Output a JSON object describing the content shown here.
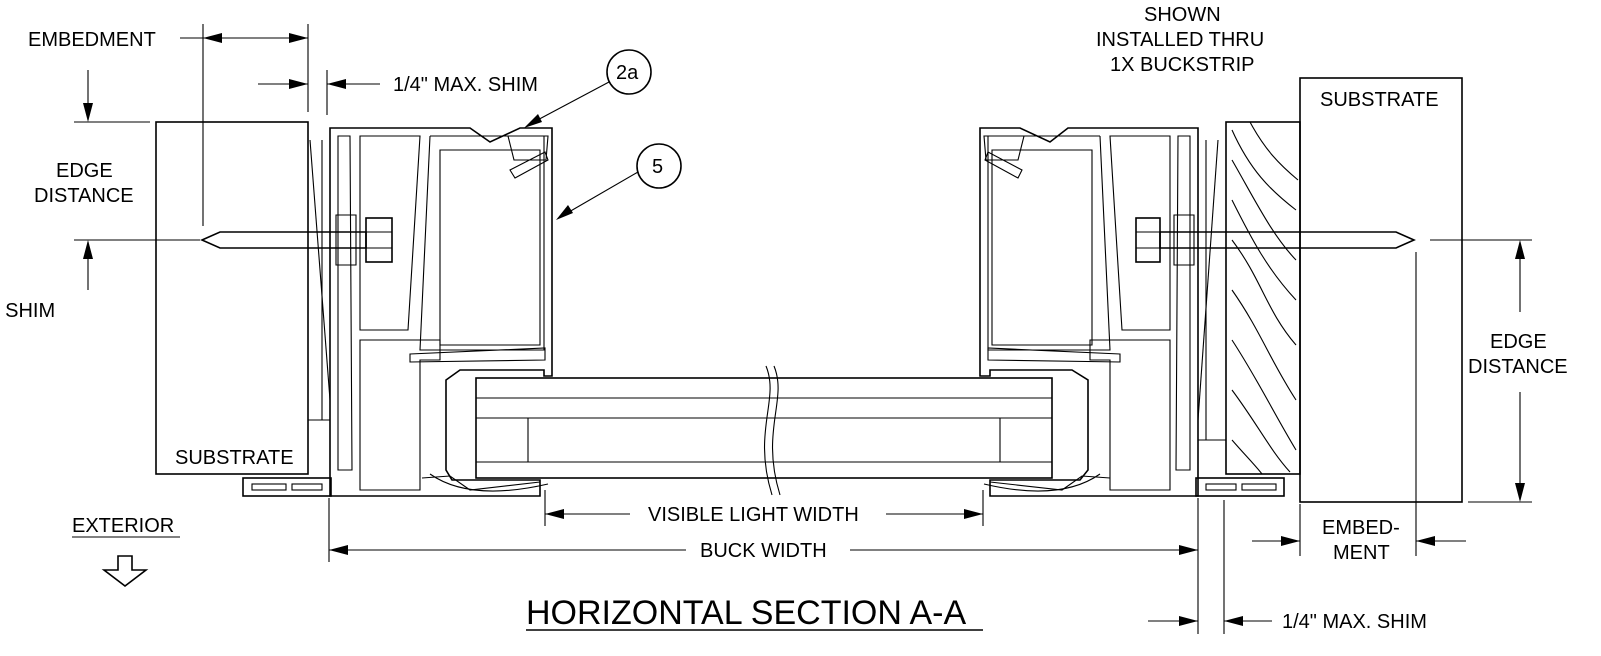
{
  "title": "HORIZONTAL SECTION A-A",
  "labels": {
    "embedment_left": "EMBEDMENT",
    "shim_top_left": "1/4\" MAX. SHIM",
    "edge_distance_left_1": "EDGE",
    "edge_distance_left_2": "DISTANCE",
    "shim_left_cut": ". SHIM",
    "substrate_left": "SUBSTRATE",
    "exterior": "EXTERIOR",
    "visible_light_width": "VISIBLE LIGHT WIDTH",
    "buck_width": "BUCK WIDTH",
    "shown_1": "SHOWN",
    "shown_2": "INSTALLED THRU",
    "shown_3": "1X BUCKSTRIP",
    "substrate_right": "SUBSTRATE",
    "edge_distance_right_1": "EDGE",
    "edge_distance_right_2": "DISTANCE",
    "embedment_right_1": "EMBED-",
    "embedment_right_2": "MENT",
    "shim_bottom_right": "1/4\" MAX. SHIM"
  },
  "callouts": {
    "c2a": "2a",
    "c5": "5"
  }
}
